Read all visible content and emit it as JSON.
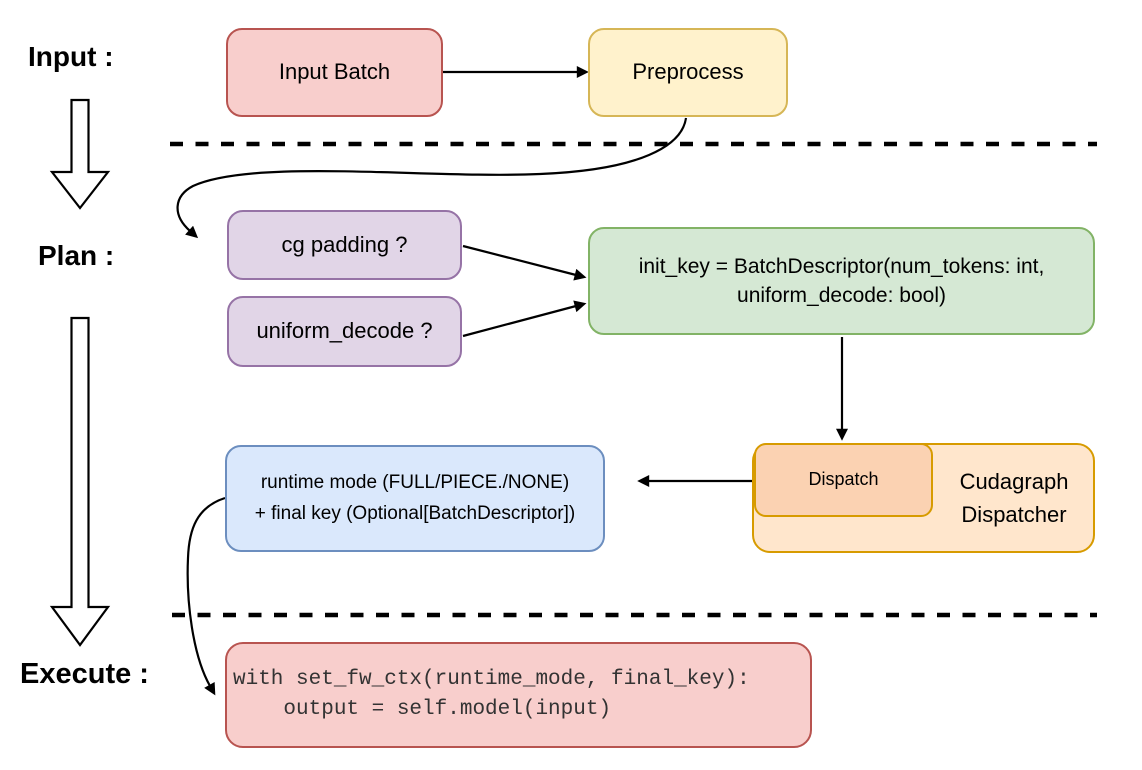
{
  "stage_labels": {
    "input": "Input :",
    "plan": "Plan :",
    "execute": "Execute :"
  },
  "nodes": {
    "input_batch": {
      "label": "Input Batch",
      "fill": "#f8cecc",
      "stroke": "#b85450"
    },
    "preprocess": {
      "label": "Preprocess",
      "fill": "#fff2cc",
      "stroke": "#d6b656"
    },
    "cg_padding": {
      "label": "cg padding ?",
      "fill": "#e1d5e7",
      "stroke": "#9673a6"
    },
    "uniform_decode": {
      "label": "uniform_decode ?",
      "fill": "#e1d5e7",
      "stroke": "#9673a6"
    },
    "init_key": {
      "line1": "init_key = BatchDescriptor(num_tokens: int,",
      "line2": "uniform_decode: bool)",
      "fill": "#d5e8d4",
      "stroke": "#82b366"
    },
    "dispatch": {
      "label": "Dispatch",
      "fill": "#fbd2b2",
      "stroke": "#d79b00"
    },
    "cudagraph_dispatcher": {
      "line1": "Cudagraph",
      "line2": "Dispatcher",
      "fill": "#ffe6cc",
      "stroke": "#d79b00"
    },
    "runtime_mode": {
      "line1": "runtime mode (FULL/PIECE./NONE)",
      "line2": "+ final key (Optional[BatchDescriptor])",
      "fill": "#dae8fc",
      "stroke": "#6c8ebf"
    },
    "execute_code": {
      "line1": "with set_fw_ctx(runtime_mode, final_key):",
      "line2": "    output = self.model(input)",
      "fill": "#f8cecc",
      "stroke": "#b85450"
    }
  },
  "colors": {
    "connector": "#000000",
    "separator": "#000000",
    "background": "#ffffff"
  }
}
